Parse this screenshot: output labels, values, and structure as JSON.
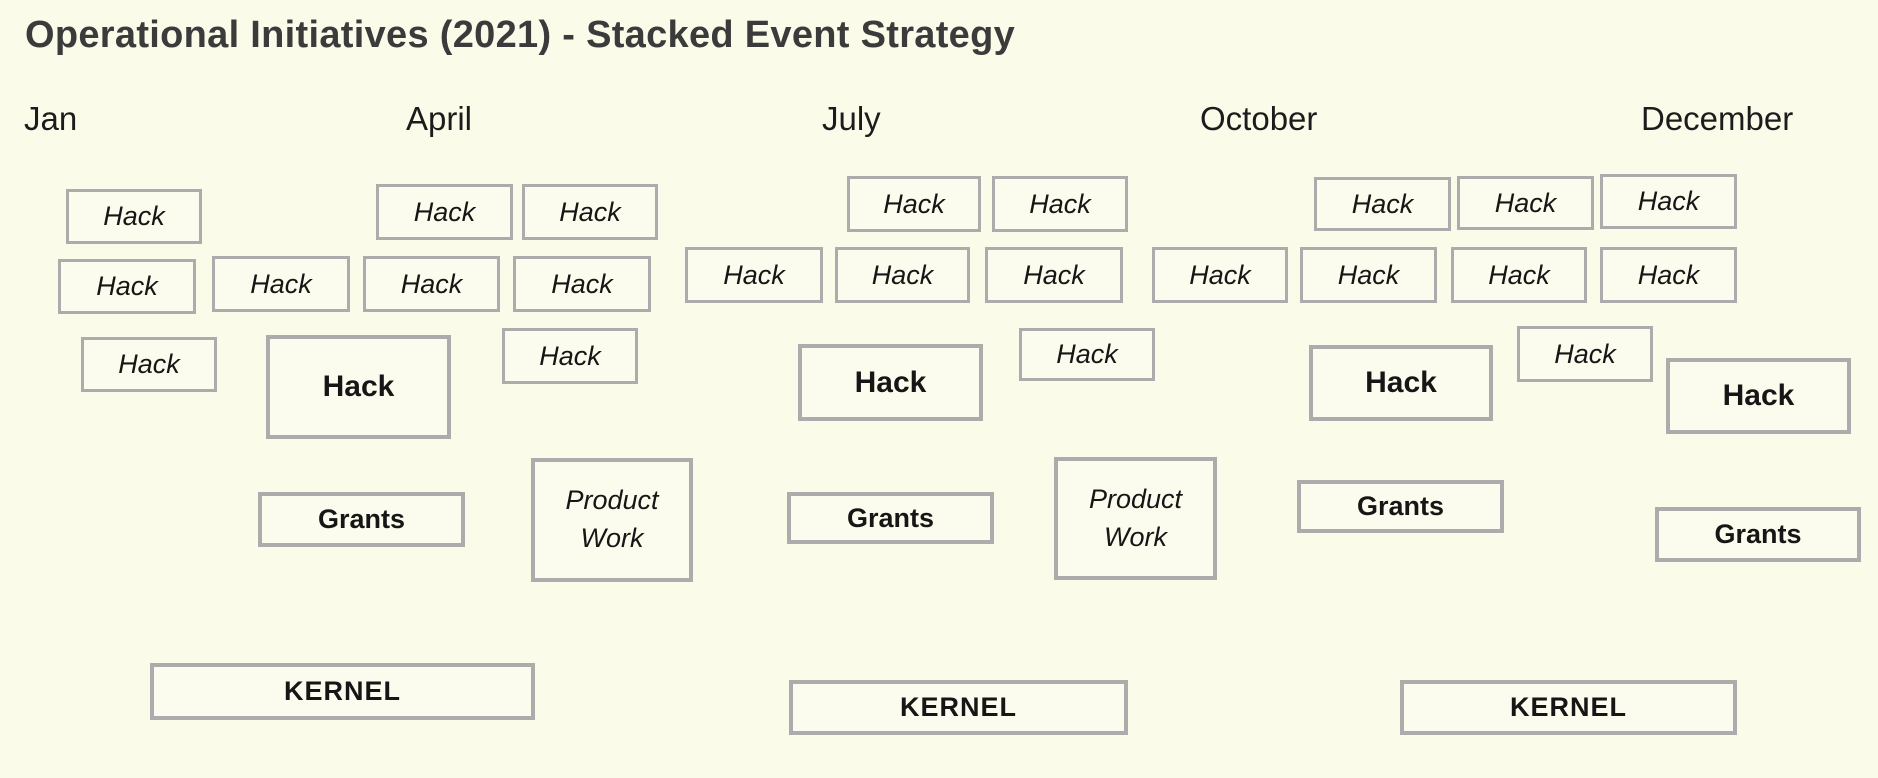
{
  "title": "Operational Initiatives (2021) - Stacked Event Strategy",
  "colors": {
    "background": "#FBFBE9",
    "box_border": "#ACACAC",
    "box_fill": "#FCFCEE",
    "box_text": "#161616",
    "title_text": "#3B3B3B"
  },
  "months": [
    {
      "label": "Jan"
    },
    {
      "label": "April"
    },
    {
      "label": "July"
    },
    {
      "label": "October"
    },
    {
      "label": "December"
    }
  ],
  "boxes": [
    {
      "label": "Hack",
      "type": "hack-small"
    },
    {
      "label": "Hack",
      "type": "hack-small"
    },
    {
      "label": "Hack",
      "type": "hack-small"
    },
    {
      "label": "Hack",
      "type": "hack-small"
    },
    {
      "label": "Hack",
      "type": "hack-small"
    },
    {
      "label": "Hack",
      "type": "hack-small"
    },
    {
      "label": "Hack",
      "type": "hack-small"
    },
    {
      "label": "Hack",
      "type": "hack-small"
    },
    {
      "label": "Hack",
      "type": "hack-small"
    },
    {
      "label": "Hack",
      "type": "hack-small"
    },
    {
      "label": "Hack",
      "type": "hack-small"
    },
    {
      "label": "Hack",
      "type": "hack-small"
    },
    {
      "label": "Hack",
      "type": "hack-small"
    },
    {
      "label": "Hack",
      "type": "hack-small"
    },
    {
      "label": "Hack",
      "type": "hack-small"
    },
    {
      "label": "Hack",
      "type": "hack-small"
    },
    {
      "label": "Hack",
      "type": "hack-small"
    },
    {
      "label": "Hack",
      "type": "hack-small"
    },
    {
      "label": "Hack",
      "type": "hack-small"
    },
    {
      "label": "Hack",
      "type": "hack-small"
    },
    {
      "label": "Hack",
      "type": "hack-small"
    },
    {
      "label": "Hack",
      "type": "hack-small"
    },
    {
      "label": "Hack",
      "type": "hack-small"
    },
    {
      "label": "Hack",
      "type": "hack-major"
    },
    {
      "label": "Hack",
      "type": "hack-major"
    },
    {
      "label": "Hack",
      "type": "hack-major"
    },
    {
      "label": "Hack",
      "type": "hack-major"
    },
    {
      "label": "Grants",
      "type": "grants"
    },
    {
      "label": "Grants",
      "type": "grants"
    },
    {
      "label": "Grants",
      "type": "grants"
    },
    {
      "label": "Grants",
      "type": "grants"
    },
    {
      "label": "Product Work",
      "type": "product"
    },
    {
      "label": "Product Work",
      "type": "product"
    },
    {
      "label": "KERNEL",
      "type": "kernel"
    },
    {
      "label": "KERNEL",
      "type": "kernel"
    },
    {
      "label": "KERNEL",
      "type": "kernel"
    }
  ]
}
